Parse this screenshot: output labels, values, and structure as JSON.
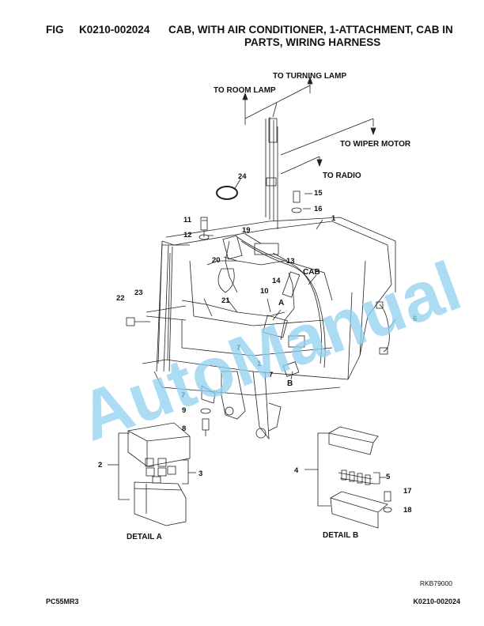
{
  "header": {
    "fig_label": "FIG",
    "fig_code": "K0210-002024",
    "title_line1": "CAB, WITH AIR CONDITIONER, 1-ATTACHMENT, CAB IN",
    "title_line2": "PARTS, WIRING HARNESS"
  },
  "callouts": {
    "to_turning_lamp": "TO TURNING LAMP",
    "to_room_lamp": "TO ROOM LAMP",
    "to_wiper_motor": "TO WIPER MOTOR",
    "to_radio": "TO RADIO",
    "cab": "CAB",
    "view_a": "A",
    "view_b": "B",
    "detail_a": "DETAIL A",
    "detail_b": "DETAIL B"
  },
  "part_numbers": {
    "p1": "1",
    "p1b": "1",
    "p2": "2",
    "p3": "3",
    "p4": "4",
    "p5": "5",
    "p6": "6",
    "p7a": "7",
    "p7b": "7",
    "p7c": "7",
    "p8": "8",
    "p9": "9",
    "p10": "10",
    "p11": "11",
    "p12": "12",
    "p13": "13",
    "p14": "14",
    "p15": "15",
    "p16": "16",
    "p17": "17",
    "p18": "18",
    "p19": "19",
    "p20": "20",
    "p21": "21",
    "p22": "22",
    "p23": "23",
    "p24": "24"
  },
  "watermark": "AutoManual",
  "footer": {
    "model": "PC55MR3",
    "page_code": "K0210-002024",
    "ref_code": "RKB79000"
  },
  "colors": {
    "line": "#222222",
    "watermark": "#8fd0ef"
  }
}
